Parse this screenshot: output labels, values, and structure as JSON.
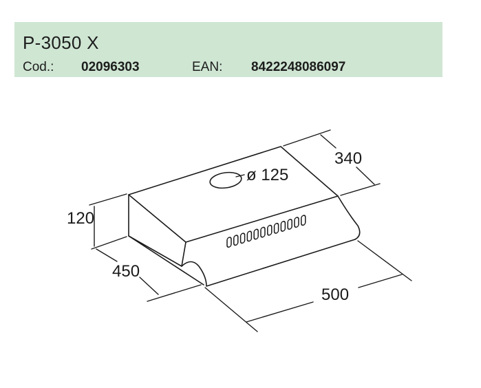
{
  "product": {
    "model": "P-3050 X",
    "cod_label": "Cod.:",
    "cod_value": "02096303",
    "ean_label": "EAN:",
    "ean_value": "8422248086097"
  },
  "dimensions": {
    "duct_diameter": "ø 125",
    "depth_top": "340",
    "height": "120",
    "depth_side": "450",
    "width": "500"
  },
  "colors": {
    "header_background": "#cfe6d3",
    "line": "#1a1a1a"
  }
}
